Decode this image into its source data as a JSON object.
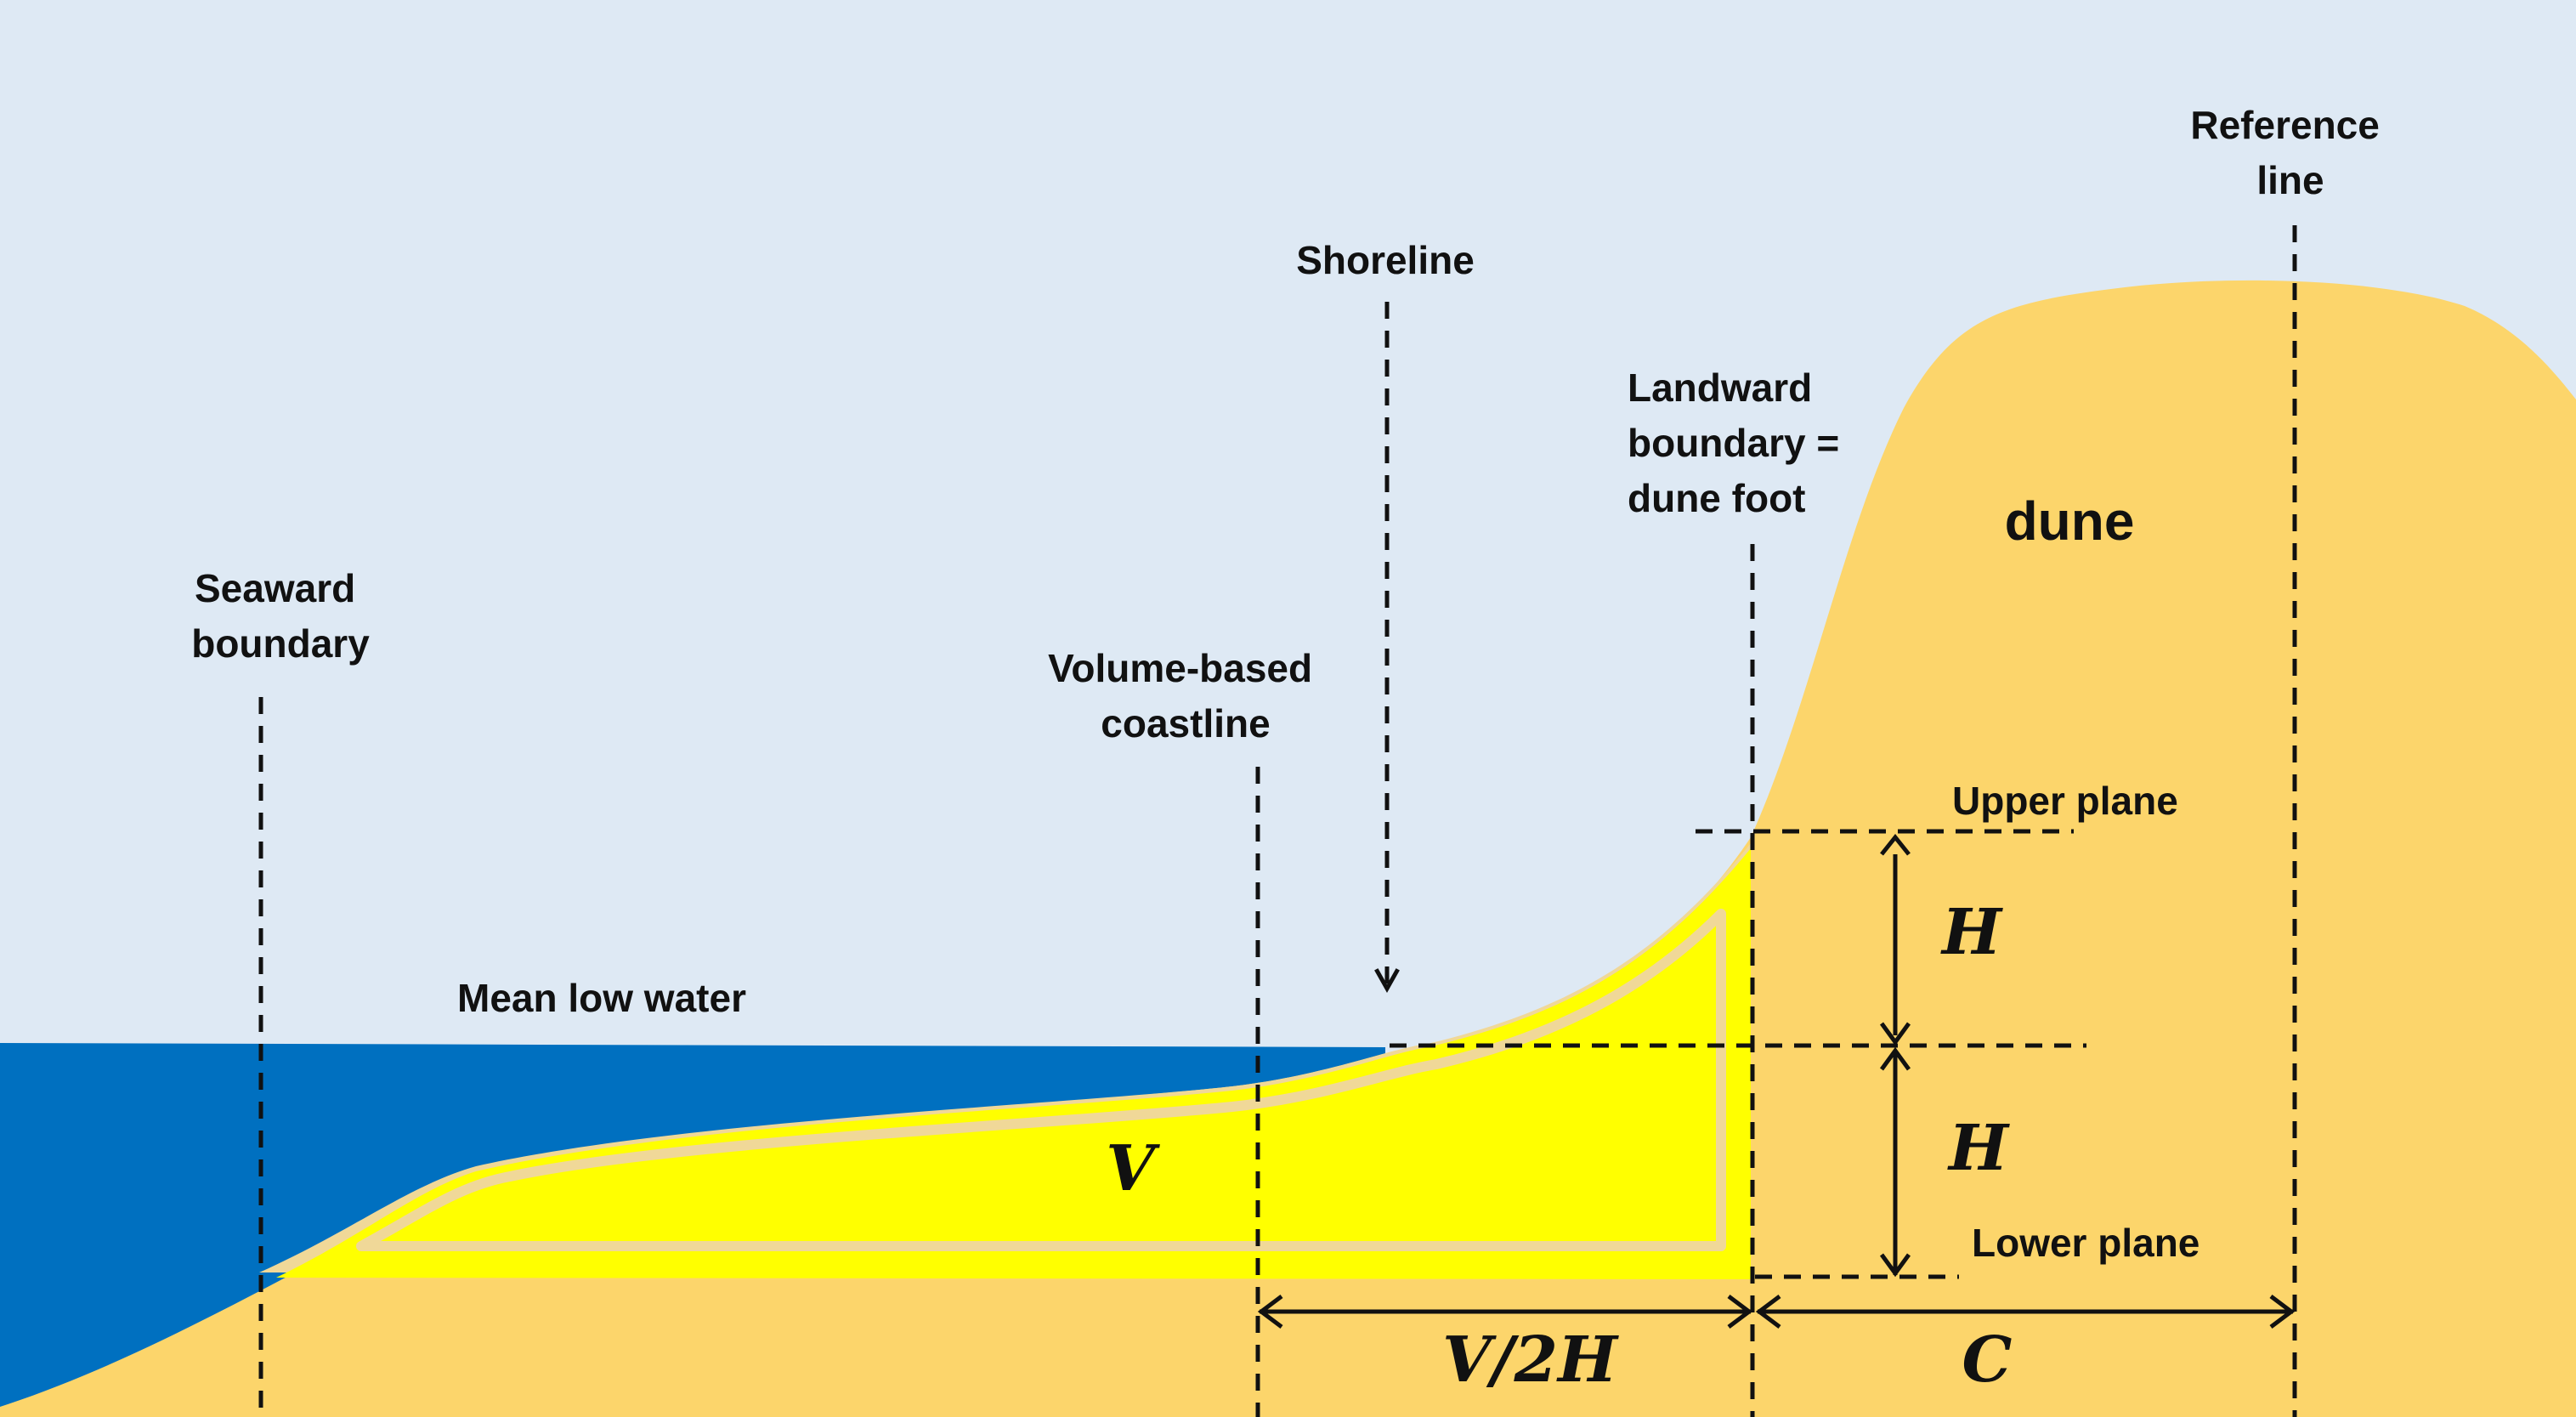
{
  "diagram": {
    "labels": {
      "seaward_boundary": [
        "Seaward",
        "boundary"
      ],
      "volume_based_coastline": [
        "Volume-based",
        "coastline"
      ],
      "shoreline": "Shoreline",
      "landward_boundary": [
        "Landward",
        "boundary =",
        "dune foot"
      ],
      "reference_line": [
        "Reference",
        "line"
      ],
      "dune": "dune",
      "mean_low_water": "Mean low water",
      "upper_plane": "Upper plane",
      "lower_plane": "Lower plane"
    },
    "symbols": {
      "volume": "V",
      "height_upper": "H",
      "height_lower": "H",
      "v_over_2h": "V/2H",
      "c": "C"
    },
    "colors": {
      "sky": "#dee9f4",
      "sea": "#0070c0",
      "sand": "#fcd56b",
      "volume_fill": "#ffff00",
      "volume_outline": "#f0d898",
      "lines": "#111111"
    }
  }
}
